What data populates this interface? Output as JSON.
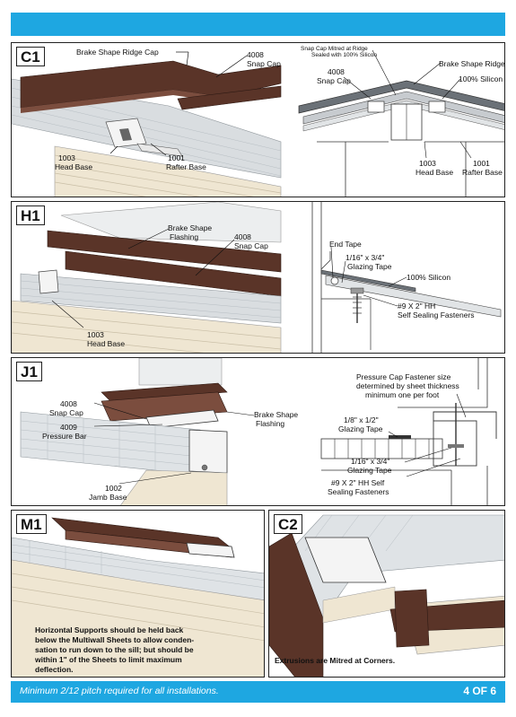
{
  "page": {
    "footer_note": "Minimum 2/12 pitch required for all installations.",
    "page_number": "4 OF 6"
  },
  "c1": {
    "tag": "C1",
    "ridge_cap": "Brake Shape Ridge Cap",
    "snap_cap_code": "4008",
    "snap_cap": "Snap Cap",
    "head_base_code": "1003",
    "head_base": "Head Base",
    "rafter_base_code": "1001",
    "rafter_base": "Rafter Base",
    "mitre_line1": "Snap Cap Mitred at Ridge",
    "mitre_line2": "Sealed with 100% Silicon",
    "detail_snap_cap_code": "4008",
    "detail_snap_cap": "Snap Cap",
    "detail_ridge_cap": "Brake Shape Ridge Cap",
    "silicon": "100% Silicon",
    "detail_head_base_code": "1003",
    "detail_head_base": "Head Base",
    "detail_rafter_base_code": "1001",
    "detail_rafter_base": "Rafter Base"
  },
  "h1": {
    "tag": "H1",
    "flashing_line1": "Brake Shape",
    "flashing_line2": "Flashing",
    "snap_cap_code": "4008",
    "snap_cap": "Snap Cap",
    "head_base_code": "1003",
    "head_base": "Head Base",
    "end_tape": "End Tape",
    "glazing_tape_line1": "1/16\" x 3/4\"",
    "glazing_tape_line2": "Glazing Tape",
    "silicon": "100% Silicon",
    "fastener_line1": "#9 X 2\" HH",
    "fastener_line2": "Self Sealing Fasteners"
  },
  "j1": {
    "tag": "J1",
    "snap_cap_code": "4008",
    "snap_cap": "Snap Cap",
    "pressure_bar_code": "4009",
    "pressure_bar": "Pressure Bar",
    "flashing_line1": "Brake Shape",
    "flashing_line2": "Flashing",
    "jamb_base_code": "1002",
    "jamb_base": "Jamb Base",
    "pressure_note_line1": "Pressure Cap Fastener size",
    "pressure_note_line2": "determined by sheet thickness",
    "pressure_note_line3": "minimum one per foot",
    "tape_half_line1": "1/8\" x 1/2\"",
    "tape_half_line2": "Glazing Tape",
    "tape_three_line1": "1/16\" x 3/4\"",
    "tape_three_line2": "Glazing Tape",
    "fastener_line1": "#9 X 2\" HH Self",
    "fastener_line2": "Sealing Fasteners"
  },
  "m1": {
    "tag": "M1",
    "note_line1": "Horizontal Supports should be held back",
    "note_line2": "below the Multiwall Sheets to allow conden-",
    "note_line3": "sation to run down to the sill; but should be",
    "note_line4": "within 1\" of the Sheets to limit maximum",
    "note_line5": "deflection."
  },
  "c2": {
    "tag": "C2",
    "note": "Extrusions are Mitred at Corners."
  },
  "colors": {
    "accent_blue": "#1ea7e1",
    "extrusion_brown": "#5a3428",
    "siding_cream": "#efe6d2",
    "sheet_grey": "#d9dde0"
  }
}
